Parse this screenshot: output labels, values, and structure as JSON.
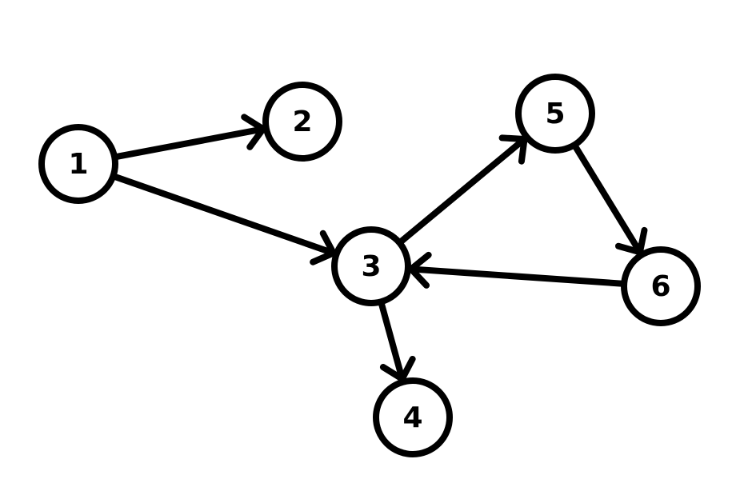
{
  "colors": {
    "stroke": "#000000",
    "node_fill": "#ffffff",
    "background": "#ffffff"
  },
  "nodes": [
    {
      "id": "1",
      "label": "1"
    },
    {
      "id": "2",
      "label": "2"
    },
    {
      "id": "3",
      "label": "3"
    },
    {
      "id": "4",
      "label": "4"
    },
    {
      "id": "5",
      "label": "5"
    },
    {
      "id": "6",
      "label": "6"
    }
  ],
  "edges": [
    {
      "from": "1",
      "to": "2"
    },
    {
      "from": "1",
      "to": "3"
    },
    {
      "from": "3",
      "to": "5"
    },
    {
      "from": "5",
      "to": "6"
    },
    {
      "from": "6",
      "to": "3"
    },
    {
      "from": "3",
      "to": "4"
    }
  ]
}
